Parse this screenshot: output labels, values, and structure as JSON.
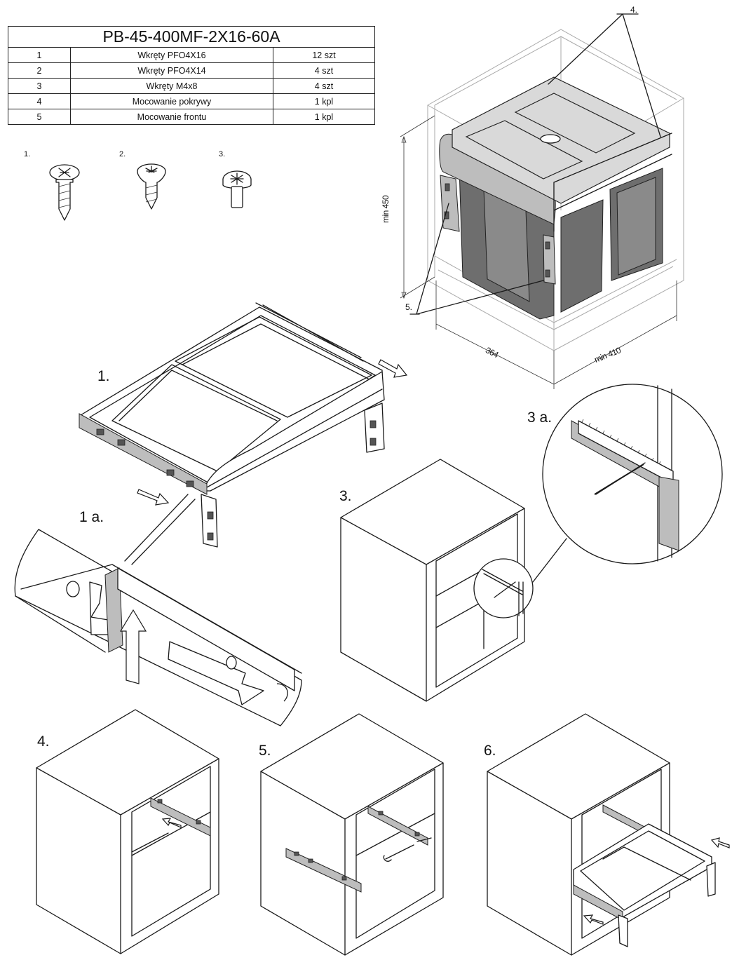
{
  "table": {
    "title": "PB-45-400MF-2X16-60A",
    "rows": [
      {
        "no": "1",
        "name": "Wkręty PFO4X16",
        "qty": "12 szt"
      },
      {
        "no": "2",
        "name": "Wkręty PFO4X14",
        "qty": "4 szt"
      },
      {
        "no": "3",
        "name": "Wkręty M4x8",
        "qty": "4 szt"
      },
      {
        "no": "4",
        "name": "Mocowanie pokrywy",
        "qty": "1 kpl"
      },
      {
        "no": "5",
        "name": "Mocowanie frontu",
        "qty": "1 kpl"
      }
    ]
  },
  "screws": [
    {
      "label": "1.",
      "icon": "flat-head-screw-icon"
    },
    {
      "label": "2.",
      "icon": "countersunk-screw-icon"
    },
    {
      "label": "3.",
      "icon": "machine-screw-icon"
    }
  ],
  "overview": {
    "callout_top": "4.",
    "callout_bottom": "5.",
    "dim_height": "min 450",
    "dim_width": "364",
    "dim_depth": "min 410"
  },
  "steps": {
    "s1": "1.",
    "s1a": "1 a.",
    "s3": "3.",
    "s3a": "3 a.",
    "s4": "4.",
    "s5": "5.",
    "s6": "6."
  }
}
